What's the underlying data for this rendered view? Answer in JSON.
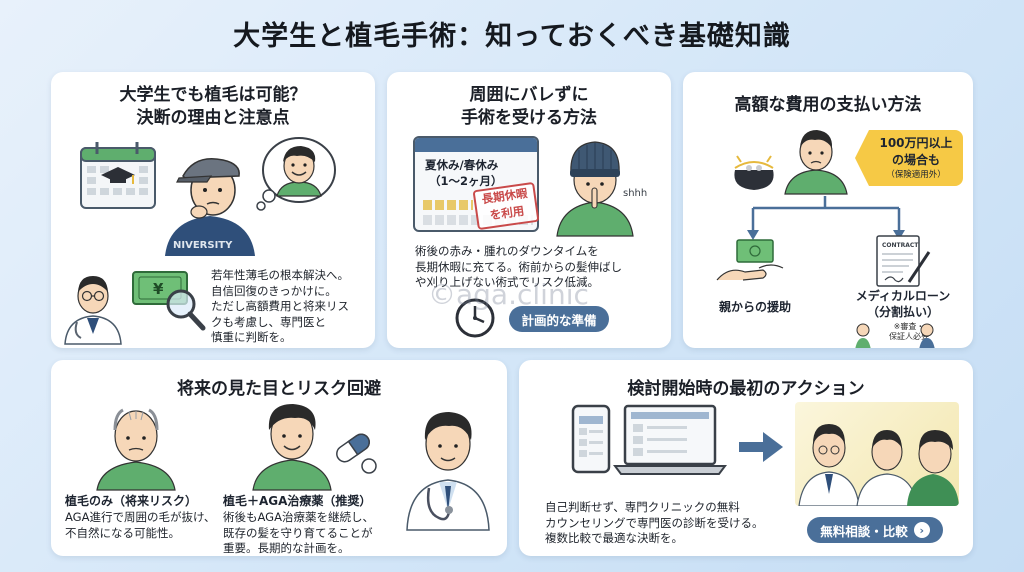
{
  "title": "大学生と植毛手術：知っておくべき基礎知識",
  "watermark": "©aga.clinic",
  "card1": {
    "title_line1": "大学生でも植毛は可能？",
    "title_line2": "決断の理由と注意点",
    "hoodie_text": "NIVERSITY",
    "text_lines": [
      "若年性薄毛の根本解決へ。",
      "自信回復のきっかけに。",
      "ただし高額費用と将来リス",
      "クも考慮し、専門医と",
      "慎重に判断を。"
    ]
  },
  "card2": {
    "title_line1": "周囲にバレずに",
    "title_line2": "手術を受ける方法",
    "calendar_line1": "夏休み/春休み",
    "calendar_line2": "（1〜2ヶ月）",
    "stamp_line1": "長期休暇",
    "stamp_line2": "を利用",
    "shhh": "shhh",
    "text_lines": [
      "術後の赤み・腫れのダウンタイムを",
      "長期休暇に充てる。術前からの髪伸ばし",
      "や刈り上げない術式でリスク低減。"
    ],
    "button_label": "計画的な準備"
  },
  "card3": {
    "title": "高額な費用の支払い方法",
    "tag_line1": "100万円以上",
    "tag_line2": "の場合も",
    "tag_line3": "（保険適用外）",
    "option1_label": "親からの援助",
    "option2_line1": "メディカルローン",
    "option2_line2": "（分割払い）",
    "option2_note1": "※審査・",
    "option2_note2": "保証人必要",
    "contract_label": "CONTRACT"
  },
  "card4": {
    "title": "将来の見た目とリスク回避",
    "left_title": "植毛のみ（将来リスク）",
    "left_lines": [
      "AGA進行で周囲の毛が抜け、",
      "不自然になる可能性。"
    ],
    "right_title": "植毛＋AGA治療薬（推奨）",
    "right_lines": [
      "術後もAGA治療薬を継続し、",
      "既存の髪を守り育てることが",
      "重要。長期的な計画を。"
    ]
  },
  "card5": {
    "title": "検討開始時の最初のアクション",
    "text_lines": [
      "自己判断せず、専門クリニックの無料",
      "カウンセリングで専門医の診断を受ける。",
      "複数比較で最適な決断を。"
    ],
    "button_label": "無料相談・比較",
    "button_icon": "chevron-right-icon"
  },
  "colors": {
    "accent": "#4a6f99",
    "green": "#5fae6e",
    "navy": "#2f4f7a",
    "skin": "#f6d7b8"
  }
}
